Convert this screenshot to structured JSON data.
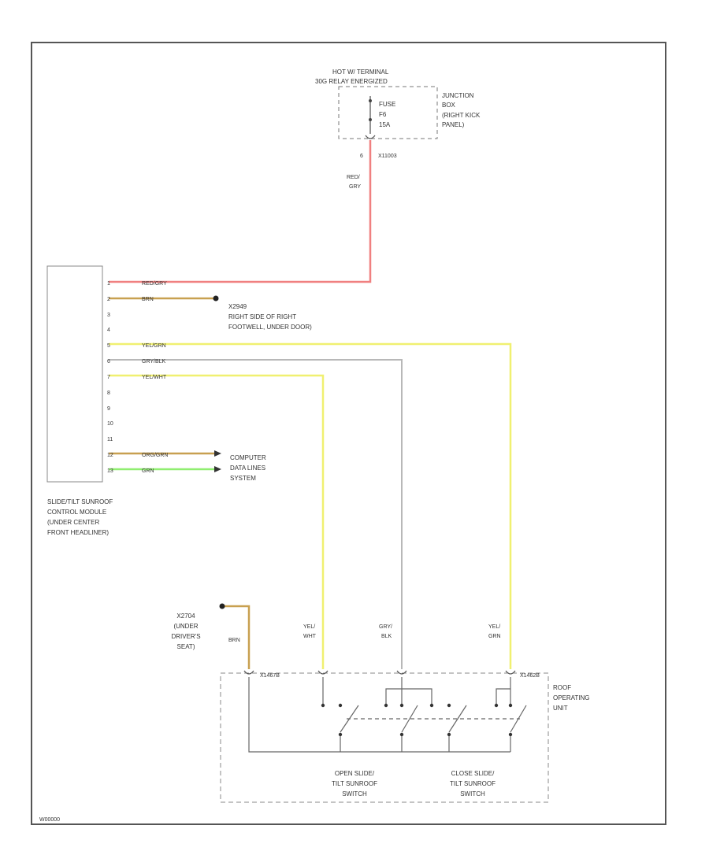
{
  "colors": {
    "red_gry": "#f08080",
    "brn": "#c8a050",
    "yel_gry": "#f0f070",
    "gry_blk": "#b8b8b8",
    "yel_wht": "#f0f070",
    "org_grn": "#c8a050",
    "grn": "#90ee70",
    "frame": "#555555"
  },
  "junction_box": {
    "header": [
      "HOT W/ TERMINAL",
      "30G RELAY ENERGIZED"
    ],
    "fuse": [
      "FUSE",
      "F6",
      "15A"
    ],
    "label": [
      "JUNCTION",
      "BOX",
      "(RIGHT KICK",
      "PANEL)"
    ],
    "connector_pin": "6",
    "connector_id": "X11003"
  },
  "riser_wire_color": [
    "RED/",
    "GRY"
  ],
  "control_module": {
    "label": [
      "SLIDE/TILT SUNROOF",
      "CONTROL MODULE",
      "(UNDER CENTER",
      "FRONT HEADLINER)"
    ],
    "pins": [
      {
        "pin": "1",
        "wire": "RED/GRY"
      },
      {
        "pin": "2",
        "wire": "BRN"
      },
      {
        "pin": "3",
        "wire": ""
      },
      {
        "pin": "4",
        "wire": ""
      },
      {
        "pin": "5",
        "wire": "YEL/GRN"
      },
      {
        "pin": "6",
        "wire": "GRY/BLK"
      },
      {
        "pin": "7",
        "wire": "YEL/WHT"
      },
      {
        "pin": "8",
        "wire": ""
      },
      {
        "pin": "9",
        "wire": ""
      },
      {
        "pin": "10",
        "wire": ""
      },
      {
        "pin": "11",
        "wire": ""
      },
      {
        "pin": "12",
        "wire": "ORG/GRN"
      },
      {
        "pin": "13",
        "wire": "GRN"
      }
    ]
  },
  "ground_upper": {
    "id": "X2949",
    "label": [
      "RIGHT SIDE OF RIGHT",
      "FOOTWELL, UNDER DOOR)"
    ]
  },
  "data_lines": [
    "COMPUTER",
    "DATA LINES",
    "SYSTEM"
  ],
  "ground_lower": {
    "label": [
      "X2704",
      "(UNDER",
      "DRIVER'S",
      "SEAT)"
    ],
    "wire": "BRN"
  },
  "switch_wire_labels": [
    [
      "YEL/",
      "WHT"
    ],
    [
      "GRY/",
      "BLK"
    ],
    [
      "YEL/",
      "GRN"
    ]
  ],
  "roof_unit": {
    "connector_left": "X1467B",
    "connector_right": "X1462B",
    "label": [
      "ROOF",
      "OPERATING",
      "UNIT"
    ],
    "switch_open": [
      "OPEN SLIDE/",
      "TILT SUNROOF",
      "SWITCH"
    ],
    "switch_close": [
      "CLOSE SLIDE/",
      "TILT SUNROOF",
      "SWITCH"
    ]
  },
  "footer_code": "W00000"
}
